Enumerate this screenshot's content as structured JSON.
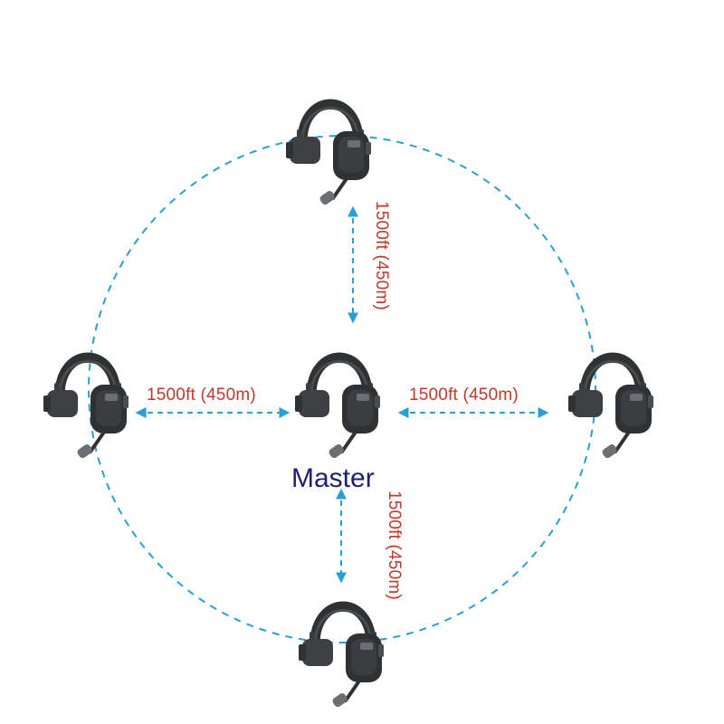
{
  "colors": {
    "range_circle": "#2a9fd6",
    "arrow": "#2a9fd6",
    "distance_text": "#c0392b",
    "master_text": "#1f1f6b",
    "headset_dark": "#2f3133",
    "headset_mid": "#4a4d50",
    "headset_light": "#6b6e72"
  },
  "labels": {
    "distance_top": "1500ft (450m)",
    "distance_left": "1500ft (450m)",
    "distance_right": "1500ft (450m)",
    "distance_bottom": "1500ft (450m)",
    "master": "Master"
  },
  "icons": {
    "headset": "headset-with-boom-mic-icon"
  }
}
